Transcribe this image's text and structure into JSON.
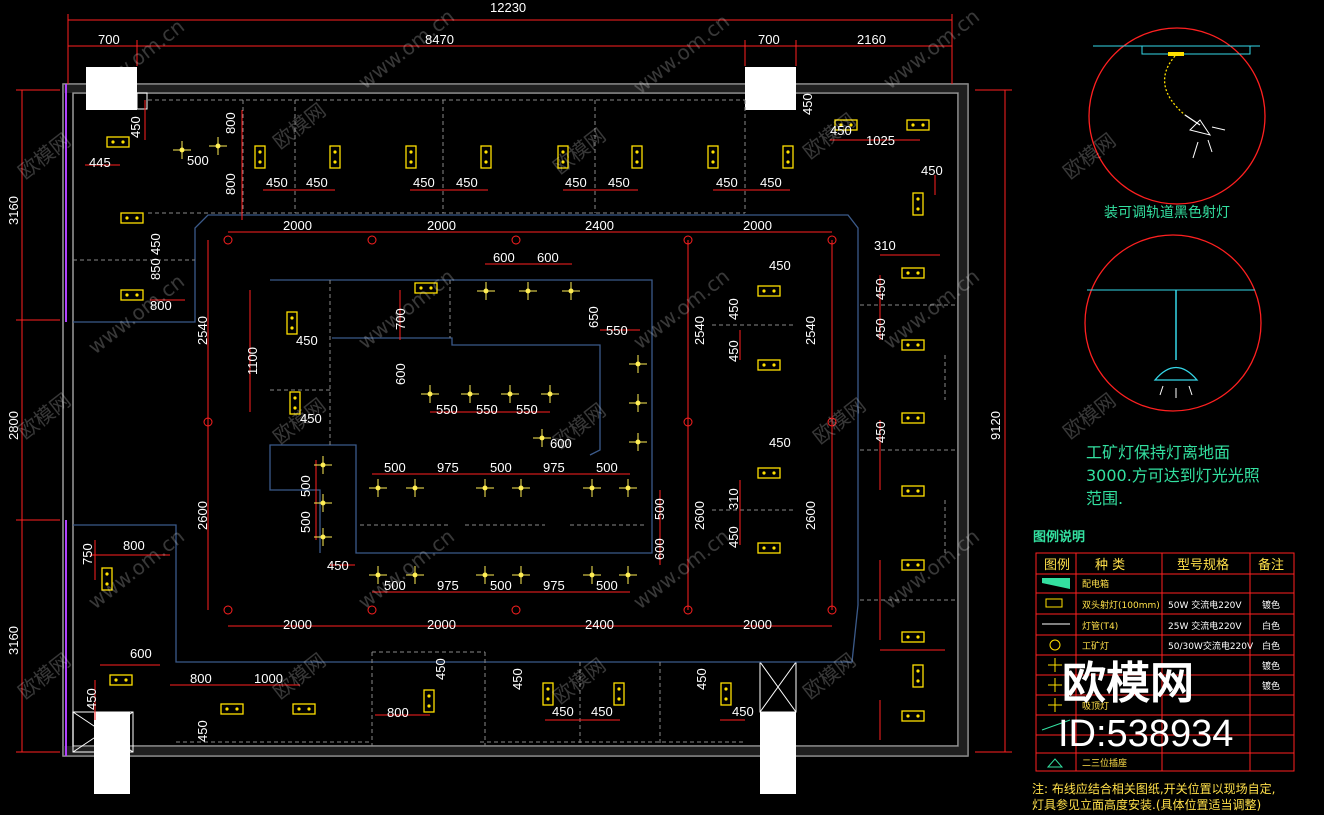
{
  "dimensions": {
    "top_total": "12230",
    "top_segments": [
      "700",
      "8470",
      "700",
      "2160"
    ],
    "left_segments": [
      "3160",
      "2800",
      "3160"
    ],
    "right_total": "9120",
    "inner_h_top": [
      "2000",
      "2000",
      "2400",
      "2000"
    ],
    "inner_h_bottom": [
      "2000",
      "2000",
      "2400",
      "2000"
    ],
    "inner_v": [
      "2540",
      "2600",
      "2540",
      "2600",
      "2540",
      "2600"
    ],
    "misc": [
      "450",
      "445",
      "500",
      "800",
      "800",
      "450",
      "450",
      "450",
      "450",
      "450",
      "450",
      "450",
      "450",
      "450",
      "450",
      "1025",
      "450",
      "450",
      "850",
      "800",
      "310",
      "450",
      "450",
      "450",
      "310",
      "450",
      "450",
      "600",
      "600",
      "700",
      "650",
      "550",
      "600",
      "1100",
      "450",
      "450",
      "550",
      "550",
      "550",
      "600",
      "500",
      "975",
      "500",
      "975",
      "500",
      "500",
      "975",
      "500",
      "975",
      "500",
      "500",
      "500",
      "450",
      "600",
      "500",
      "750",
      "800",
      "600",
      "450",
      "800",
      "1000",
      "450",
      "800",
      "450",
      "450",
      "450",
      "450",
      "450",
      "450",
      "450",
      "450",
      "450"
    ]
  },
  "detail_captions": {
    "track_light": "装可调轨道黑色射灯",
    "mining_light_1": "工矿灯保持灯离地面",
    "mining_light_2": "3000.方可达到灯光光照",
    "mining_light_3": "范围."
  },
  "legend": {
    "title": "图例说明",
    "headers": [
      "图例",
      "种 类",
      "型号规格",
      "备注"
    ],
    "rows": [
      {
        "kind": "配电箱",
        "spec": "",
        "note": ""
      },
      {
        "kind": "双头射灯(100mm)",
        "spec": "50W 交流电220V",
        "note": "镀色"
      },
      {
        "kind": "灯管(T4)",
        "spec": "25W 交流电220V",
        "note": "白色"
      },
      {
        "kind": "工矿灯",
        "spec": "50/30W交流电220V",
        "note": "白色"
      },
      {
        "kind": "",
        "spec": "",
        "note": "镀色"
      },
      {
        "kind": "",
        "spec": "",
        "note": "镀色"
      },
      {
        "kind": "吸顶灯",
        "spec": "",
        "note": ""
      },
      {
        "kind": "",
        "spec": "",
        "note": ""
      },
      {
        "kind": "",
        "spec": "",
        "note": ""
      },
      {
        "kind": "二三位插座",
        "spec": "",
        "note": ""
      }
    ]
  },
  "notes": {
    "line1": "注: 布线应结合相关图纸,开关位置以现场自定,",
    "line2": "灯具参见立面高度安装.(具体位置适当调整)"
  },
  "watermark": {
    "text": "欧模网",
    "url": "www.om.cn",
    "brand": "欧模网",
    "id": "ID:538934"
  },
  "colors": {
    "wall": "#9a9a9a",
    "partition": "#3b5a8a",
    "dim_line": "#ff2020",
    "fixture": "#ffe000",
    "spot": "#ffee55",
    "legend_frame": "#ff2020",
    "circle": "#ff2020",
    "cyan": "#35d7e8"
  }
}
